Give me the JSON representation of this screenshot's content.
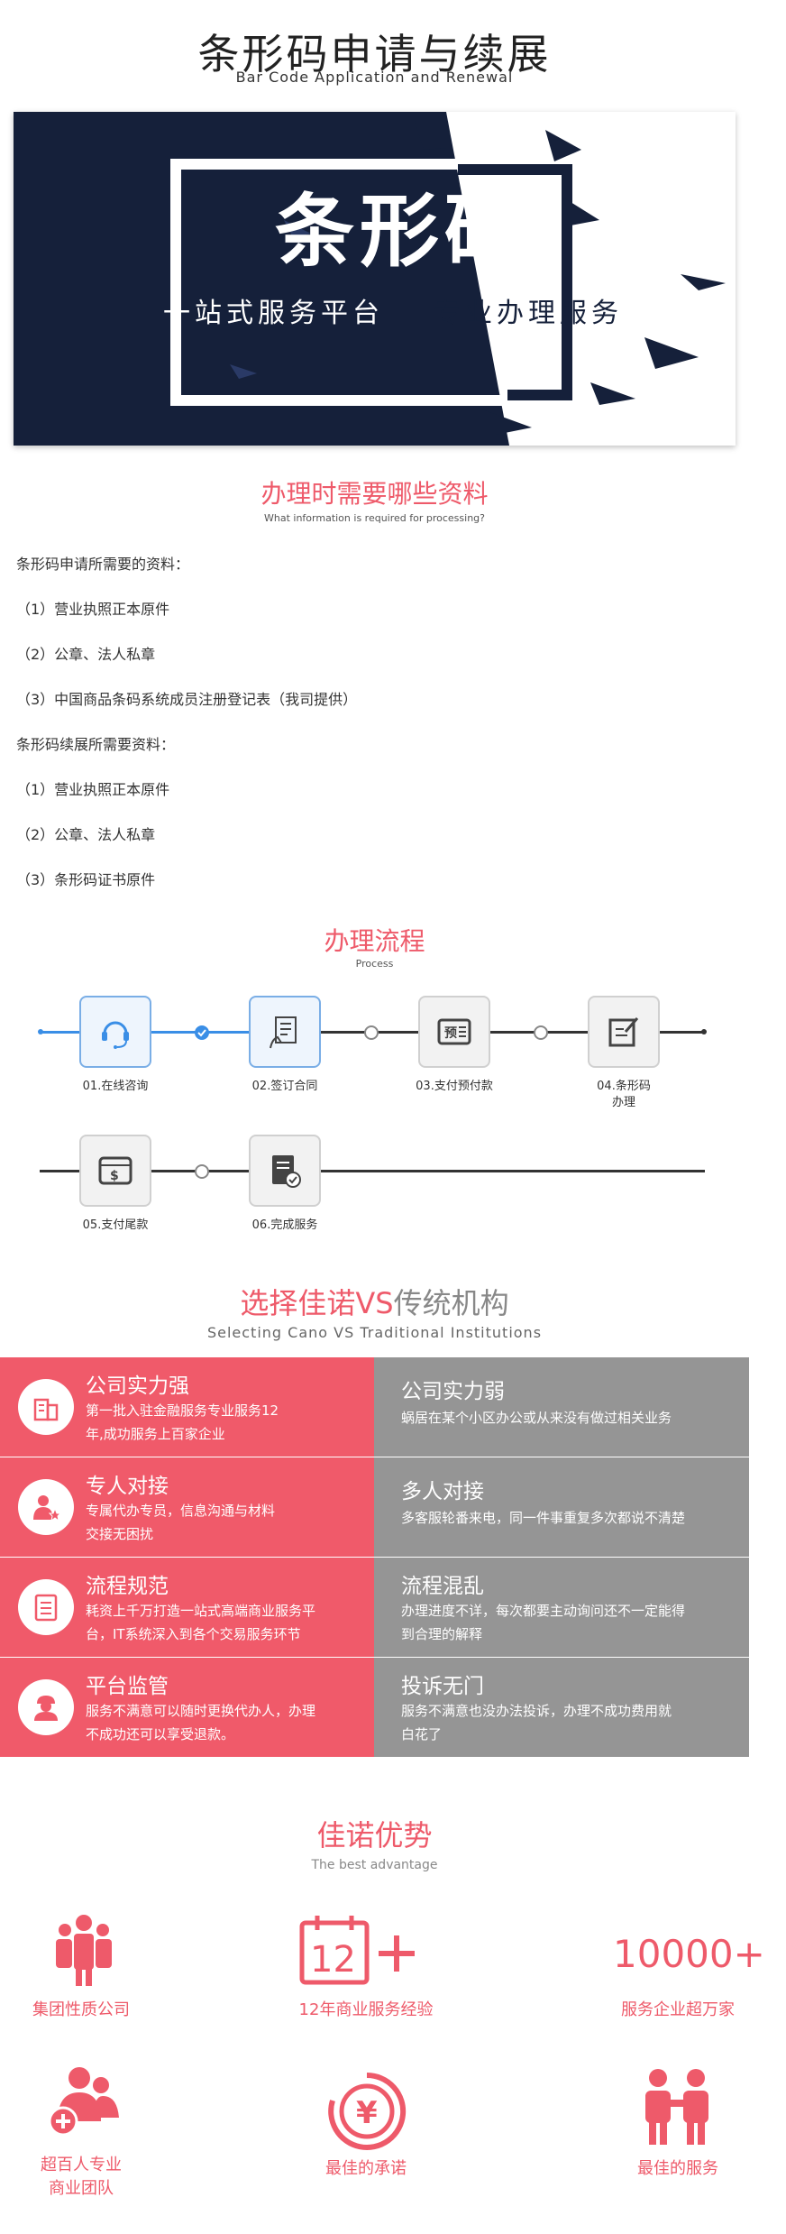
{
  "header": {
    "title": "条形码申请与续展",
    "subtitle": "Bar Code Application and Renewal"
  },
  "banner": {
    "title": "条形码",
    "slogan_left": "一站式服务平台",
    "slogan_right": "专业办理服务"
  },
  "materials": {
    "title": "办理时需要哪些资料",
    "subtitle": "What information is required for processing?",
    "apply_heading": "条形码申请所需要的资料：",
    "apply_items": [
      "（1）营业执照正本原件",
      "（2）公章、法人私章",
      "（3）中国商品条码系统成员注册登记表（我司提供）"
    ],
    "renew_heading": "条形码续展所需要资料：",
    "renew_items": [
      "（1）营业执照正本原件",
      "（2）公章、法人私章",
      "（3）条形码证书原件"
    ]
  },
  "process": {
    "title": "办理流程",
    "subtitle": "Process",
    "steps": [
      {
        "label": "01.在线咨询",
        "icon": "headset-icon"
      },
      {
        "label": "02.签订合同",
        "icon": "contract-sign-icon"
      },
      {
        "label": "03.支付预付款",
        "icon": "prepayment-icon"
      },
      {
        "label": "04.条形码办理",
        "label_line1": "04.条形码",
        "label_line2": "办理",
        "icon": "edit-form-icon"
      },
      {
        "label": "05.支付尾款",
        "icon": "wallet-icon"
      },
      {
        "label": "06.完成服务",
        "icon": "certificate-check-icon"
      }
    ],
    "colors": {
      "active": "#3a8ee6",
      "line": "#333333"
    }
  },
  "compare": {
    "title_part1": "选择佳诺",
    "title_vs": "VS",
    "title_part2": "传统机构",
    "subtitle": "Selecting Cano VS Traditional Institutions",
    "rows": [
      {
        "left_title": "公司实力强",
        "left_desc_1": "第一批入驻金融服务专业服务12",
        "left_desc_2": "年,成功服务上百家企业",
        "icon": "building-icon",
        "right_title": "公司实力弱",
        "right_desc_1": "蜗居在某个小区办公或从来没有做过相关业务",
        "right_desc_2": ""
      },
      {
        "left_title": "专人对接",
        "left_desc_1": "专属代办专员，信息沟通与材料",
        "left_desc_2": "交接无困扰",
        "icon": "person-star-icon",
        "right_title": "多人对接",
        "right_desc_1": "多客服轮番来电，同一件事重复多次都说不清楚",
        "right_desc_2": ""
      },
      {
        "left_title": "流程规范",
        "left_desc_1": "耗资上千万打造一站式高端商业服务平",
        "left_desc_2": "台，IT系统深入到各个交易服务环节",
        "icon": "checklist-icon",
        "right_title": "流程混乱",
        "right_desc_1": "办理进度不详，每次都要主动询问还不一定能得",
        "right_desc_2": "到合理的解释"
      },
      {
        "left_title": "平台监管",
        "left_desc_1": "服务不满意可以随时更换代办人，办理",
        "left_desc_2": "不成功还可以享受退款。",
        "icon": "supervisor-icon",
        "right_title": "投诉无门",
        "right_desc_1": "服务不满意也没办法投诉，办理不成功费用就",
        "right_desc_2": "白花了"
      }
    ],
    "colors": {
      "left": "#f05a6a",
      "right": "#959595"
    }
  },
  "advantages": {
    "title": "佳诺优势",
    "subtitle": "The best advantage",
    "items": [
      {
        "label": "集团性质公司",
        "icon": "group-people-icon"
      },
      {
        "label": "12年商业服务经验",
        "icon": "calendar-12-plus-icon",
        "number": "12"
      },
      {
        "label": "服务企业超万家",
        "number": "10000+"
      },
      {
        "label_line1": "超百人专业",
        "label_line2": "商业团队",
        "icon": "team-plus-icon"
      },
      {
        "label": "最佳的承诺",
        "icon": "yuan-coin-icon",
        "symbol": "¥"
      },
      {
        "label": "最佳的服务",
        "icon": "handshake-people-icon"
      }
    ],
    "accent": "#ee5a6a"
  }
}
